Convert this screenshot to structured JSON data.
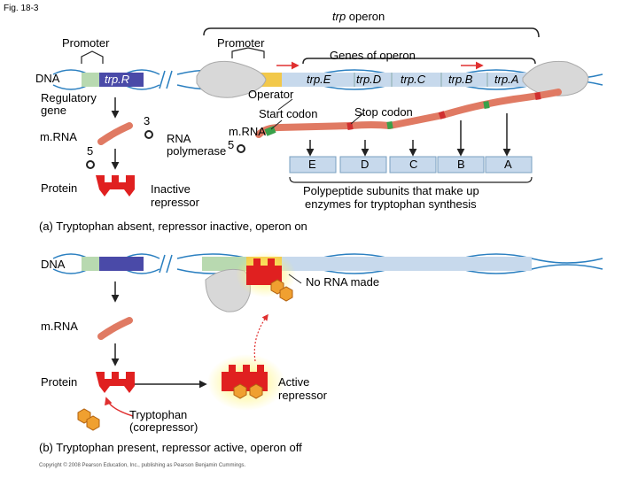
{
  "figure_label": "Fig. 18-3",
  "top": {
    "operon_title_italic": "trp",
    "operon_title_rest": " operon",
    "promoter_left": "Promoter",
    "promoter_right": "Promoter",
    "genes_of_operon": "Genes of operon",
    "dna": "DNA",
    "trpR": "trp.R",
    "regulatory_gene_line1": "Regulatory",
    "regulatory_gene_line2": "gene",
    "num_3": "3",
    "mrna_left": "m.RNA",
    "num_5_left": "5",
    "protein": "Protein",
    "rna_polymerase_line1": "RNA",
    "rna_polymerase_line2": "polymerase",
    "num_5_mid": "5",
    "inactive_repressor_line1": "Inactive",
    "inactive_repressor_line2": "repressor",
    "operator": "Operator",
    "start_codon": "Start codon",
    "mrna_mid": "m.RNA",
    "stop_codon": "Stop codon",
    "genes": [
      "trp.E",
      "trp.D",
      "trp.C",
      "trp.B",
      "trp.A"
    ],
    "subunits": [
      "E",
      "D",
      "C",
      "B",
      "A"
    ],
    "polypeptide_line1": "Polypeptide subunits that make up",
    "polypeptide_line2": "enzymes for tryptophan synthesis",
    "caption": "(a) Tryptophan absent, repressor inactive, operon on"
  },
  "bottom": {
    "dna": "DNA",
    "no_rna_made": "No RNA made",
    "mrna": "m.RNA",
    "protein": "Protein",
    "active_repressor_line1": "Active",
    "active_repressor_line2": "repressor",
    "tryptophan_line1": "Tryptophan",
    "tryptophan_line2": "(corepressor)",
    "caption": "(b) Tryptophan present, repressor active, operon off"
  },
  "copyright": "Copyright © 2008 Pearson Education, Inc., publishing as Pearson Benjamin Cummings.",
  "colors": {
    "dna_strand": "#2a7fc0",
    "regulatory_gene": "#4a4aa8",
    "promoter": "#b8d9b0",
    "operator": "#f2c84a",
    "operon_genes": "#c7d9ec",
    "mrna": "#e07a63",
    "repressor": "#e02020",
    "tryptophan": "#f0a030",
    "polymerase": "#d8d8d8",
    "glow": "#fff36a"
  }
}
